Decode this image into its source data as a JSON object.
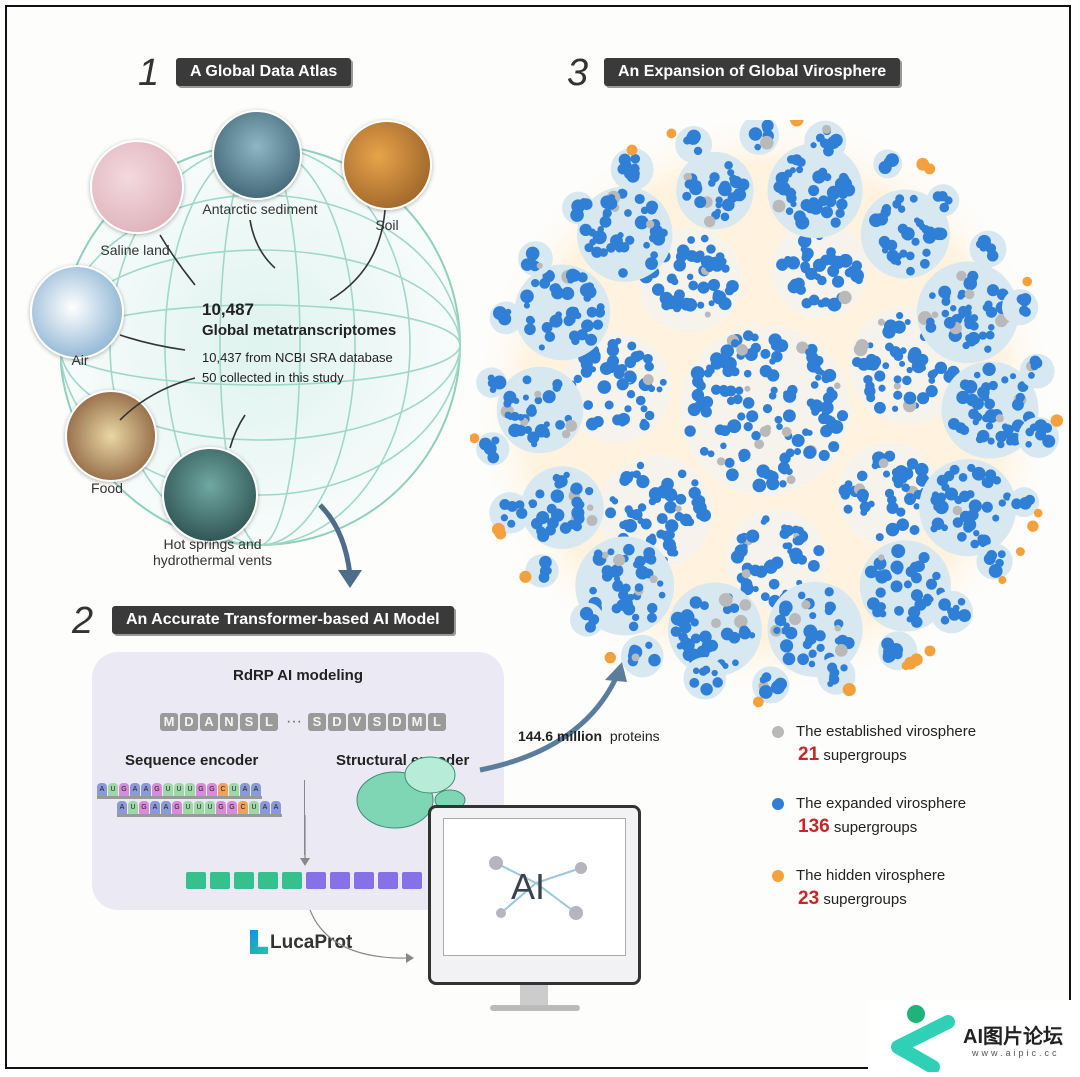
{
  "section1": {
    "number": "1",
    "title": "A Global Data Atlas",
    "sources": [
      "Saline land",
      "Antarctic sediment",
      "Soil",
      "Air",
      "Food",
      "Hot springs and hydrothermal vents"
    ],
    "count": "10,487",
    "count_label": "Global metatranscriptomes",
    "line1": "10,437 from NCBI SRA database",
    "line2": "50 collected in this study"
  },
  "section2": {
    "number": "2",
    "title": "An Accurate Transformer-based AI Model",
    "panel_title": "RdRP AI modeling",
    "seq_left": [
      "M",
      "D",
      "A",
      "N",
      "S",
      "L"
    ],
    "ellipsis": "···",
    "seq_right": [
      "S",
      "D",
      "V",
      "S",
      "D",
      "M",
      "L"
    ],
    "sequence_encoder": "Sequence encoder",
    "structural_encoder": "Structural encoder",
    "rna_bases": [
      "A",
      "U",
      "G",
      "A",
      "A",
      "G",
      "U",
      "U",
      "U",
      "G",
      "G",
      "C",
      "U",
      "A",
      "A"
    ],
    "logo": "LucaProt",
    "monitor_text": "AI"
  },
  "flow": {
    "amount": "144.6 million",
    "unit": "proteins"
  },
  "section3": {
    "number": "3",
    "title": "An Expansion of Global Virosphere",
    "legend": [
      {
        "label": "The established virosphere",
        "count": "21",
        "unit": "supergroups",
        "color": "#b9b9b9"
      },
      {
        "label": "The expanded virosphere",
        "count": "136",
        "unit": "supergroups",
        "color": "#2f7fd6"
      },
      {
        "label": "The hidden virosphere",
        "count": "23",
        "unit": "supergroups",
        "color": "#f4a03c"
      }
    ]
  },
  "watermark": {
    "brand": "AI图片论坛",
    "url": "www.aipic.cc"
  }
}
